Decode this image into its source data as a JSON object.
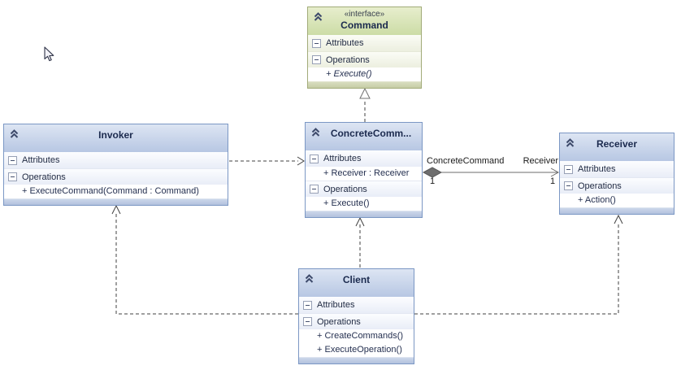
{
  "classes": {
    "command": {
      "stereotype": "«interface»",
      "title": "Command",
      "attributes_header": "Attributes",
      "operations_header": "Operations",
      "operations": [
        "+ Execute()"
      ]
    },
    "invoker": {
      "title": "Invoker",
      "attributes_header": "Attributes",
      "operations_header": "Operations",
      "operations": [
        "+ ExecuteCommand(Command : Command)"
      ]
    },
    "concrete_command": {
      "title": "ConcreteComm...",
      "attributes_header": "Attributes",
      "operations_header": "Operations",
      "attributes": [
        "+ Receiver : Receiver"
      ],
      "operations": [
        "+ Execute()"
      ]
    },
    "receiver": {
      "title": "Receiver",
      "attributes_header": "Attributes",
      "operations_header": "Operations",
      "operations": [
        "+ Action()"
      ]
    },
    "client": {
      "title": "Client",
      "attributes_header": "Attributes",
      "operations_header": "Operations",
      "operations": [
        "+ CreateCommands()",
        "+ ExecuteOperation()"
      ]
    }
  },
  "relationships": {
    "aggregation": {
      "source_role": "ConcreteCommand",
      "target_role": "Receiver",
      "source_multiplicity": "1",
      "target_multiplicity": "1"
    }
  },
  "colors": {
    "class_header_blue": "#b7c7e3",
    "interface_header_green": "#ccdca6",
    "border_blue": "#7b97c4",
    "border_green": "#a2ab79",
    "line": "#404040"
  }
}
